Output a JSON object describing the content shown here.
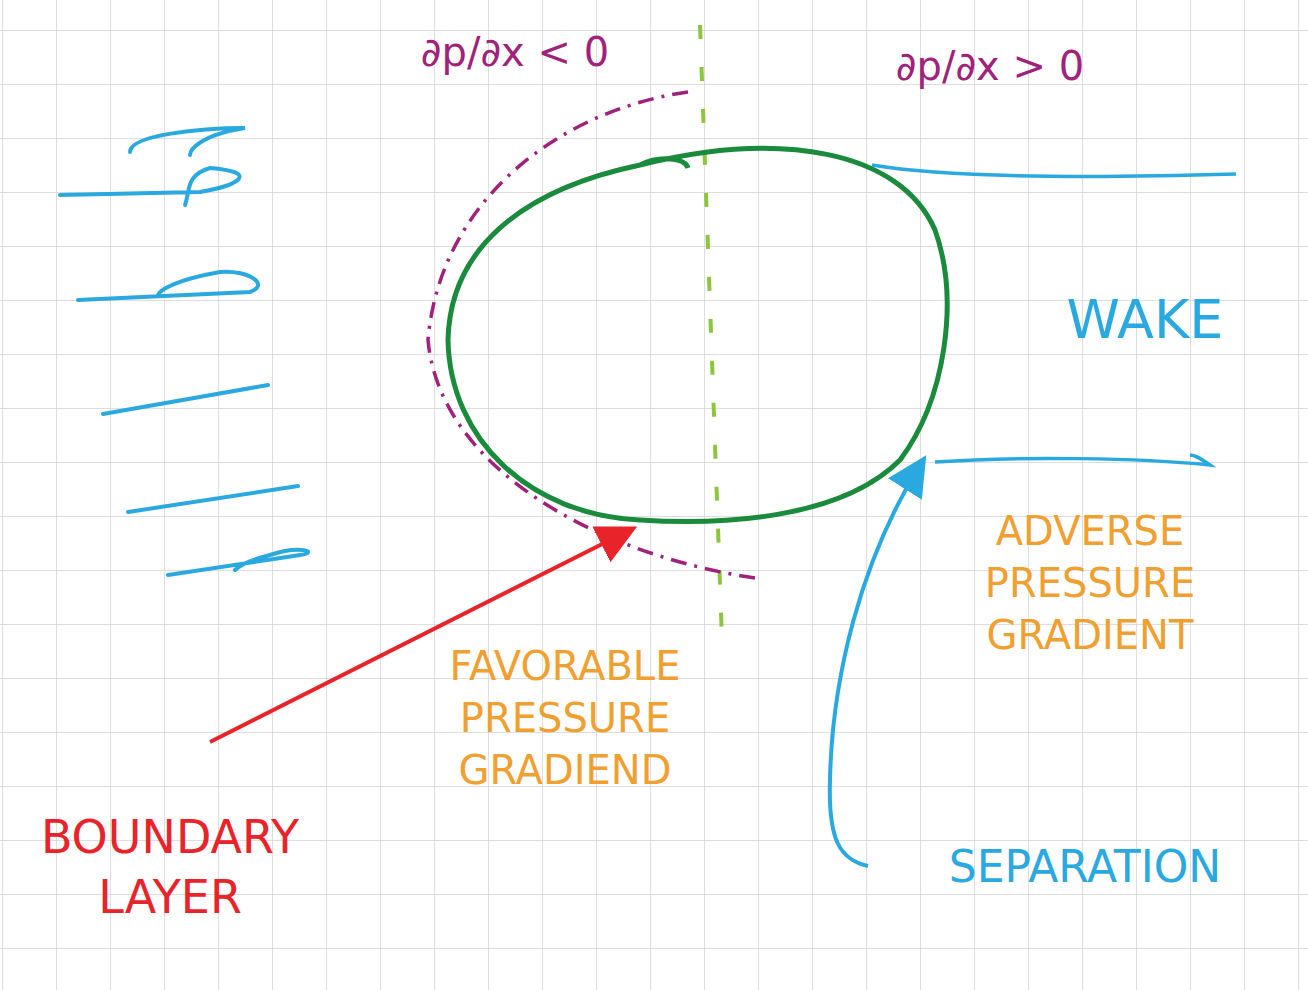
{
  "diagram": {
    "labels": [
      "∂p/∂x < 0",
      "∂p/∂x > 0",
      "WAKE",
      "FAVORABLE PRESSURE GRADIEND",
      "ADVERSE PRESSURE GRADIENT",
      "SEPARATION",
      "BOUNDARY LAYER"
    ]
  }
}
